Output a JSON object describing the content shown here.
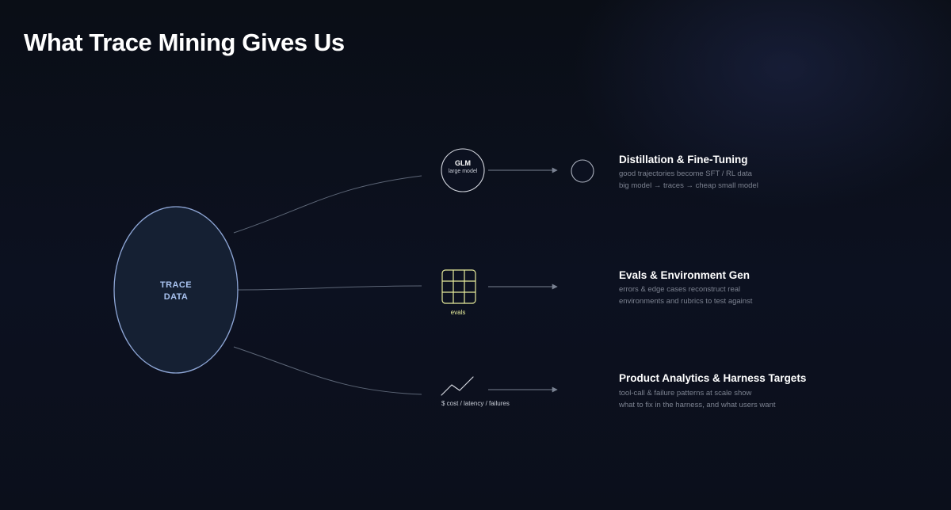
{
  "slide": {
    "title": "What Trace Mining Gives Us"
  },
  "source": {
    "label_line1": "TRACE",
    "label_line2": "DATA"
  },
  "branches": [
    {
      "icon_name": "glm-model-circle-icon",
      "icon_title": "GLM",
      "icon_subtitle": "large model",
      "target_icon_name": "small-model-circle-icon",
      "output_title": "Distillation & Fine-Tuning",
      "output_desc_line1": "good trajectories become SFT / RL data",
      "output_desc_line2": "big model → traces → cheap small model"
    },
    {
      "icon_name": "evals-grid-icon",
      "icon_caption": "evals",
      "output_title": "Evals & Environment Gen",
      "output_desc_line1": "errors & edge cases reconstruct real",
      "output_desc_line2": "environments and rubrics to test against"
    },
    {
      "icon_name": "trend-line-icon",
      "icon_caption": "$ cost / latency / failures",
      "output_title": "Product Analytics & Harness Targets",
      "output_desc_line1": "tool-call & failure patterns at scale show",
      "output_desc_line2": "what to fix in the harness, and what users want"
    }
  ],
  "colors": {
    "background": "#0b0f1b",
    "source_outline": "#8ea6d6",
    "source_fill": "#152033",
    "source_label": "#a9c3f0",
    "connector": "#5d6677",
    "arrow": "#7a8292",
    "evals_accent": "#e7ec9c",
    "output_desc": "#7c8290"
  }
}
